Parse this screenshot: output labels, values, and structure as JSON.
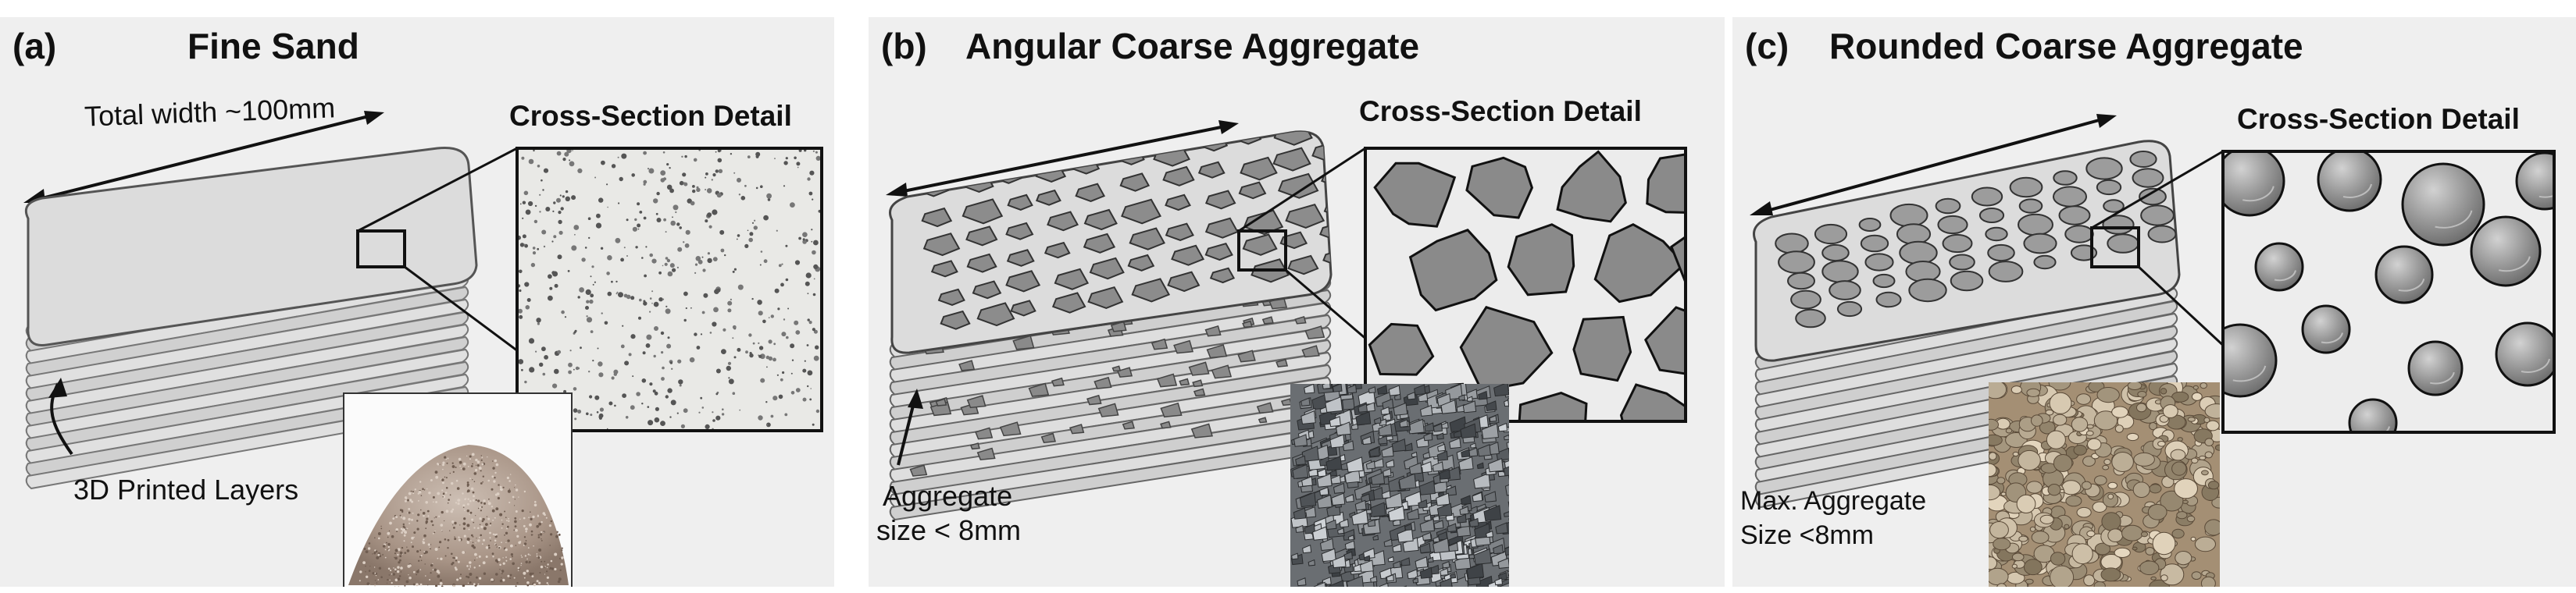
{
  "panels": [
    {
      "label": "(a)",
      "title": "Fine Sand",
      "section_title": "Cross-Section Detail",
      "width_note": "Total width ~100mm",
      "layer_note": "3D Printed Layers",
      "aggregate": "fine-sand",
      "photo": "sand-pile-photo"
    },
    {
      "label": "(b)",
      "title": "Angular Coarse Aggregate",
      "section_title": "Cross-Section Detail",
      "size_note_line1": "Aggregate",
      "size_note_line2": "size <  8mm",
      "aggregate": "angular-coarse",
      "photo": "crushed-gravel-photo"
    },
    {
      "label": "(c)",
      "title": "Rounded Coarse Aggregate",
      "section_title": "Cross-Section Detail",
      "size_note_line1": "Max. Aggregate",
      "size_note_line2": "Size <8mm",
      "aggregate": "rounded-coarse",
      "photo": "river-gravel-photo"
    }
  ],
  "colors": {
    "panel_bg": "#efefef",
    "block": "#d8d8d8",
    "aggregate": "#8a8a8a",
    "outline": "#111111"
  }
}
